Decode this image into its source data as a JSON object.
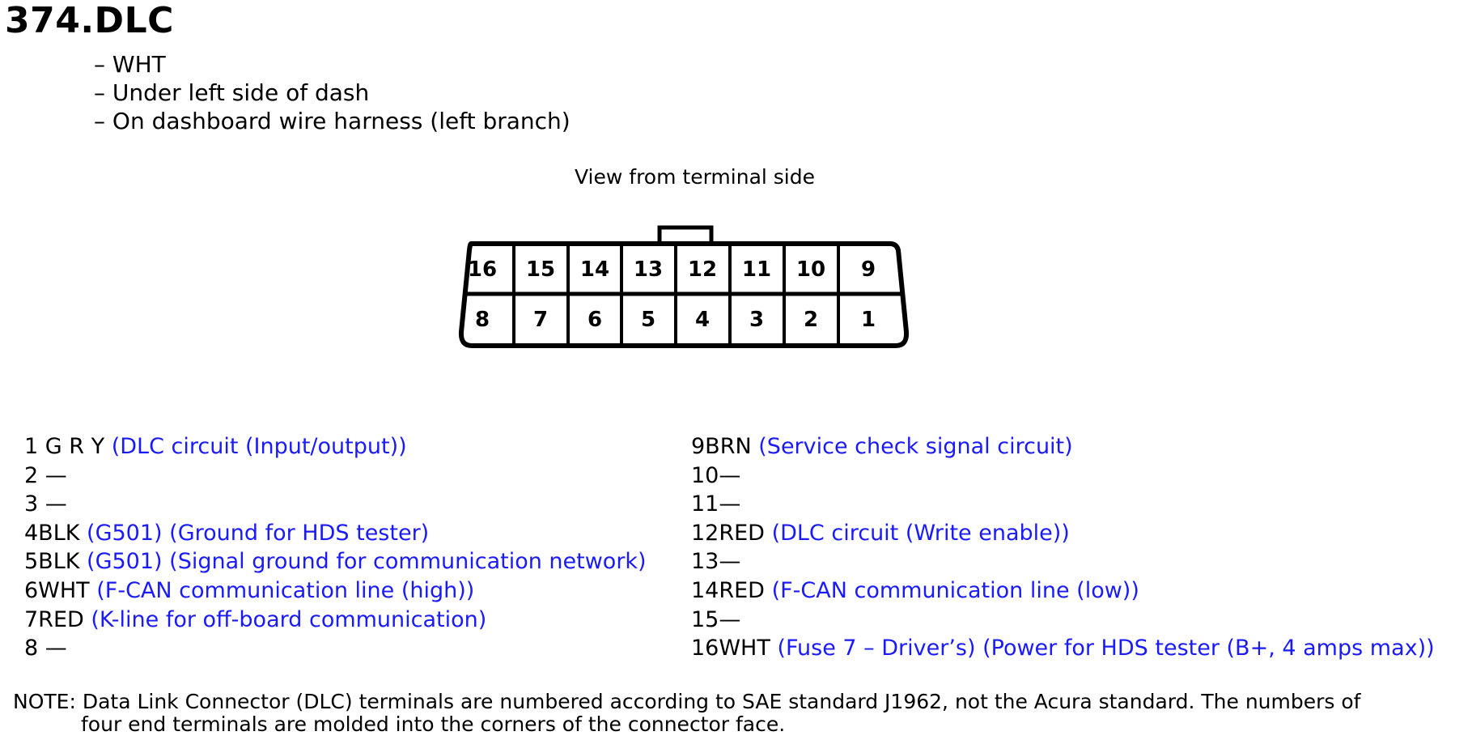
{
  "title": "374.DLC",
  "bullets": [
    "– WHT",
    "– Under left side of dash",
    "– On dashboard wire harness (left branch)"
  ],
  "view_label": "View from terminal side",
  "connector": {
    "top_row": [
      "16",
      "15",
      "14",
      "13",
      "12",
      "11",
      "10",
      "9"
    ],
    "bottom_row": [
      "8",
      "7",
      "6",
      "5",
      "4",
      "3",
      "2",
      "1"
    ]
  },
  "left_pins": [
    {
      "term": "1 G R Y",
      "desc": "(DLC circuit (Input/output))"
    },
    {
      "term": "2 —",
      "desc": ""
    },
    {
      "term": "3 —",
      "desc": ""
    },
    {
      "term": "4BLK",
      "desc": "(G501) (Ground for HDS tester)"
    },
    {
      "term": "5BLK",
      "desc": "(G501) (Signal ground for communication network)"
    },
    {
      "term": "6WHT",
      "desc": "(F-CAN communication line (high))"
    },
    {
      "term": "7RED",
      "desc": "(K-line for off-board communication)"
    },
    {
      "term": "8 —",
      "desc": ""
    }
  ],
  "right_pins": [
    {
      "term": "9BRN",
      "desc": "(Service check signal circuit)"
    },
    {
      "term": "10—",
      "desc": ""
    },
    {
      "term": "11—",
      "desc": ""
    },
    {
      "term": "12RED",
      "desc": "(DLC circuit (Write enable))"
    },
    {
      "term": "13—",
      "desc": ""
    },
    {
      "term": "14RED",
      "desc": "(F-CAN communication line (low))"
    },
    {
      "term": "15—",
      "desc": ""
    },
    {
      "term": "16WHT",
      "desc": "(Fuse 7 – Driver’s) (Power for HDS tester (B+, 4 amps max))"
    }
  ],
  "note": {
    "line1": "NOTE: Data Link Connector (DLC) terminals are numbered according to SAE standard J1962, not the Acura standard. The numbers of",
    "line2": "four end terminals are molded into the corners of the connector face."
  }
}
